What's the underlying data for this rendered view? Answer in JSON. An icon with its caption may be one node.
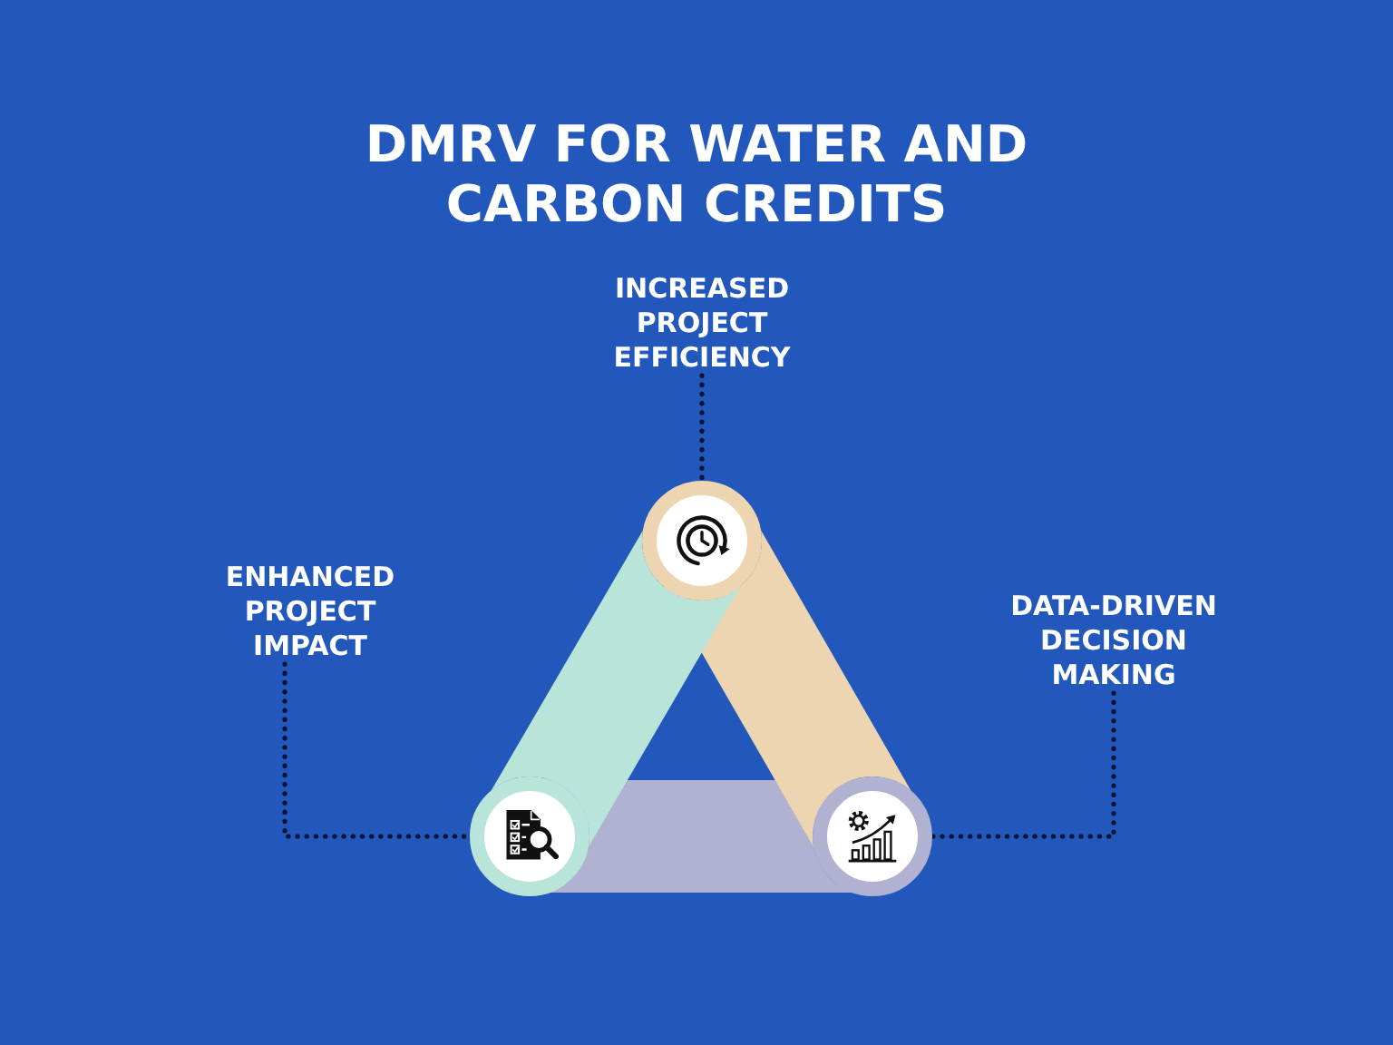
{
  "diagram": {
    "title": "DMRV FOR WATER AND CARBON CREDITS",
    "nodes": [
      {
        "text": [
          "INCREASED PROJECT EFFICIENCY"
        ]
      },
      {
        "text": [
          "ENHANCED PROJECT IMPACT"
        ]
      },
      {
        "text": [
          "DATA-DRIVEN DECISION MAKING"
        ]
      },
      {
        "text": [],
        "shape": "circle"
      },
      {
        "text": [],
        "shape": "circle"
      },
      {
        "text": [],
        "shape": "circle"
      }
    ],
    "edges": [
      {
        "from": 0,
        "to": 3,
        "arrow": "none",
        "style": "dashed"
      },
      {
        "from": 1,
        "to": 4,
        "arrow": "none",
        "style": "dashed"
      },
      {
        "from": 2,
        "to": 5,
        "arrow": "none",
        "style": "dashed"
      },
      {
        "from": 4,
        "to": 3,
        "arrow": "none",
        "style": "thick",
        "color": "#b8e4da"
      },
      {
        "from": 3,
        "to": 5,
        "arrow": "none",
        "style": "thick",
        "color": "#eed5b1"
      },
      {
        "from": 5,
        "to": 4,
        "arrow": "none",
        "style": "thick",
        "color": "#b1b1d2"
      }
    ]
  }
}
